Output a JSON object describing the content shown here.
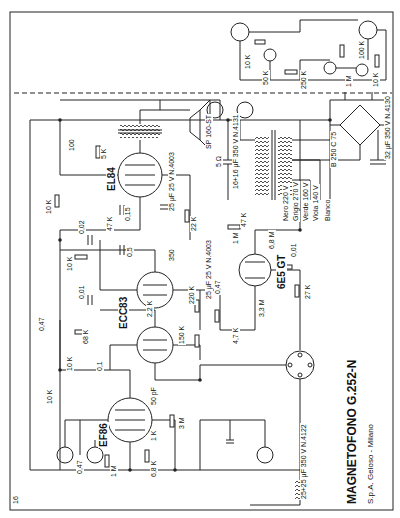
{
  "diagram": {
    "title": "MAGNETOFONO G.252-N",
    "caption": "S.p.A. Geloso - Milano",
    "labels": [
      "16",
      "EF86",
      "ECC83",
      "EL84",
      "6E5 GT",
      "25+25 μF 350 V N.4122",
      "0,47",
      "10 K",
      "0,47",
      "1 M",
      "6,8 K",
      "1 K",
      "50 pF",
      "3 M",
      "0,1",
      "10 K",
      "68 K",
      "0,01",
      "10 K",
      "0,02",
      "2,2 K",
      "150 K",
      "220 K",
      "25 μF 25 V N.4003",
      "350",
      "0,5",
      "47 K",
      "22 K",
      "10 K",
      "5 K",
      "0,15",
      "25 μF 25 V N.4003",
      "100",
      "0,47",
      "1 M",
      "3,3 M",
      "6,8 M",
      "0,01",
      "27 K",
      "4,7 K",
      "47 K",
      "SP 160-ST",
      "5 Ω",
      "16+16 μF 350 V N.4131",
      "B 250 C 75",
      "32 μF 350 V N.4130",
      "Nero 220 V",
      "Grigio 270 V",
      "Verde 160 V",
      "Viola 140 V",
      "Bianco",
      "10 K",
      "50 K",
      "250 K",
      "1 M",
      "100 K",
      "10 K"
    ]
  }
}
